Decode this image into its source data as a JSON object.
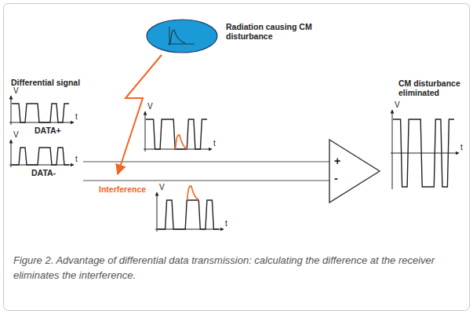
{
  "diagram": {
    "caption": "Figure 2. Advantage of differential data transmission: calculating the difference at the receiver eliminates the interference.",
    "nodes": [
      {
        "text": [
          "Radiation causing CM disturbance"
        ]
      },
      {
        "text": [
          "+",
          "-"
        ]
      }
    ],
    "labels": [
      "Differential signal",
      "V",
      "t",
      "DATA+",
      "V",
      "t",
      "DATA-",
      "V",
      "t",
      "Interference",
      "V",
      "t",
      "CM disturbance eliminated",
      "V",
      "t"
    ]
  }
}
